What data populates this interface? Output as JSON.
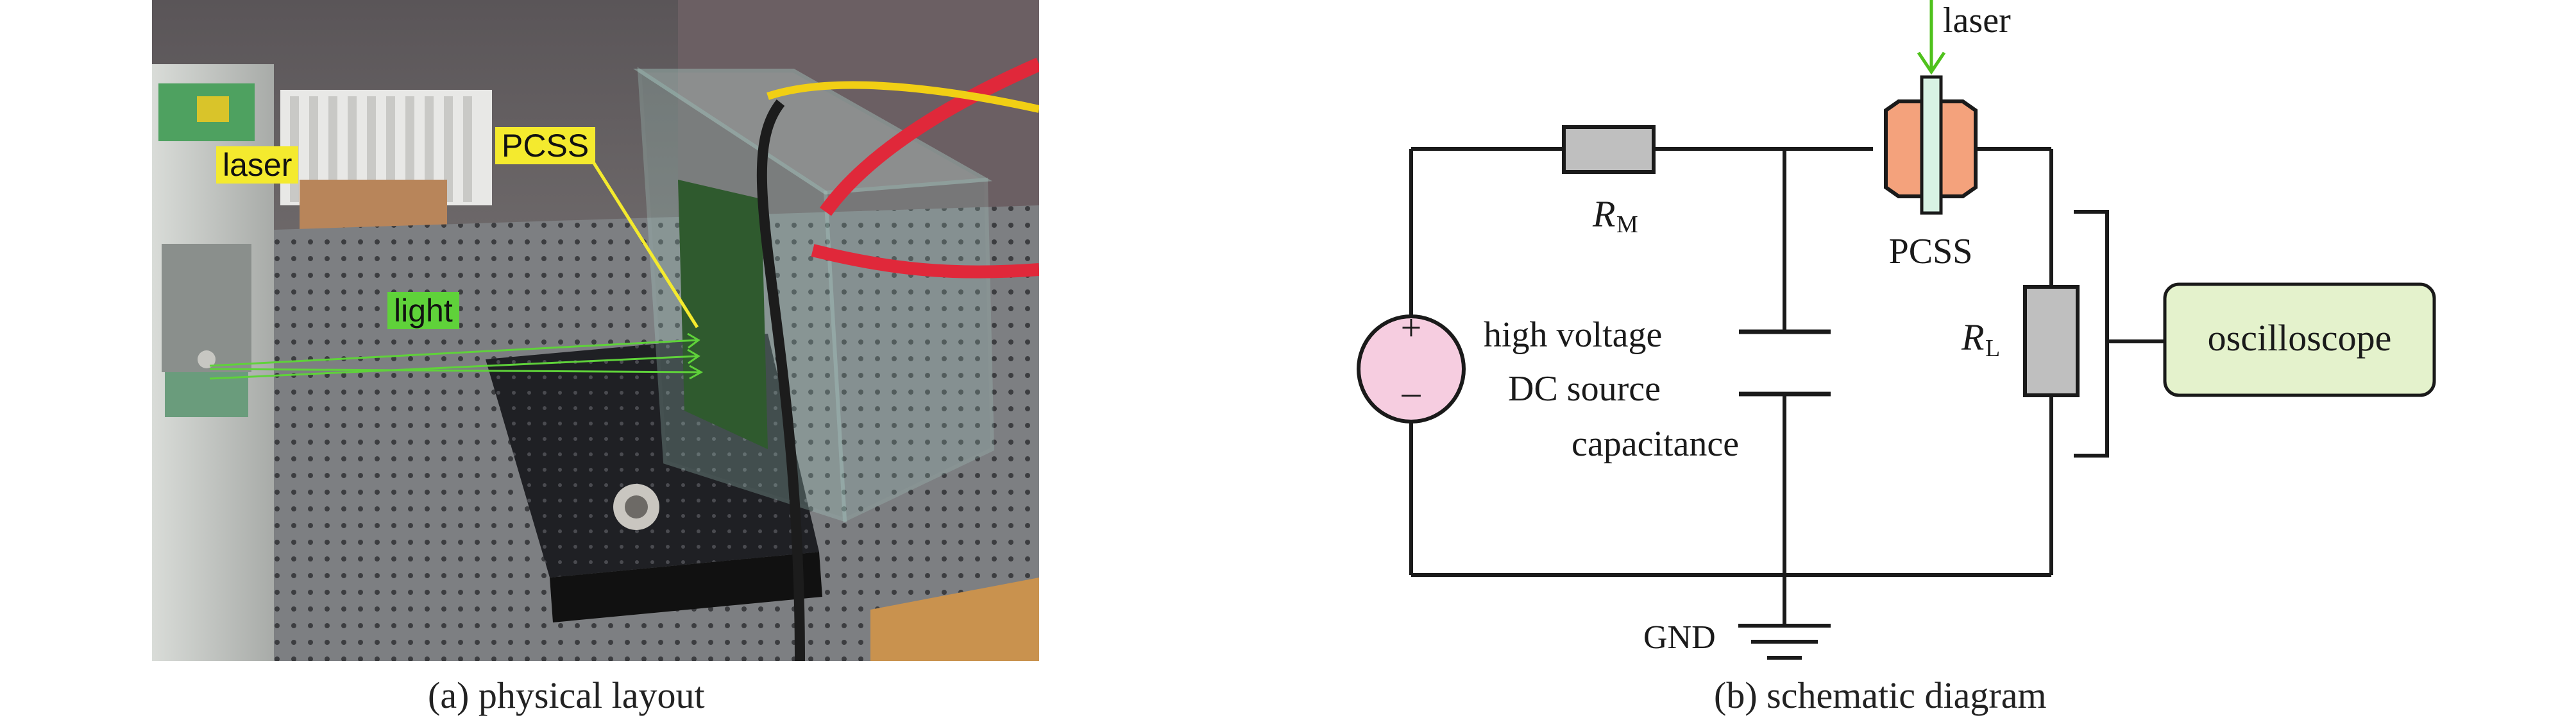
{
  "panel_a": {
    "caption": "(a) physical layout",
    "labels": {
      "laser": "laser",
      "pcss": "PCSS",
      "light": "light"
    }
  },
  "panel_b": {
    "caption": "(b) schematic diagram",
    "labels": {
      "laser": "laser",
      "rm_main": "R",
      "rm_sub": "M",
      "pcss": "PCSS",
      "rl_main": "R",
      "rl_sub": "L",
      "source_line1": "high voltage",
      "source_line2": "DC source",
      "capacitance": "capacitance",
      "oscilloscope": "oscilloscope",
      "gnd": "GND",
      "plus": "+",
      "minus": "–"
    }
  },
  "colors": {
    "wire": "#1a1a1a",
    "resistor": "#bfbfbf",
    "pcss_body": "#f4a27c",
    "pcss_stem": "#d8f2e4",
    "source": "#f6cde0",
    "oscilloscope": "#e4f2cc",
    "laser_arrow": "#4fc21c",
    "tag_yellow": "#f4ea2e",
    "tag_green": "#5fd23a"
  }
}
